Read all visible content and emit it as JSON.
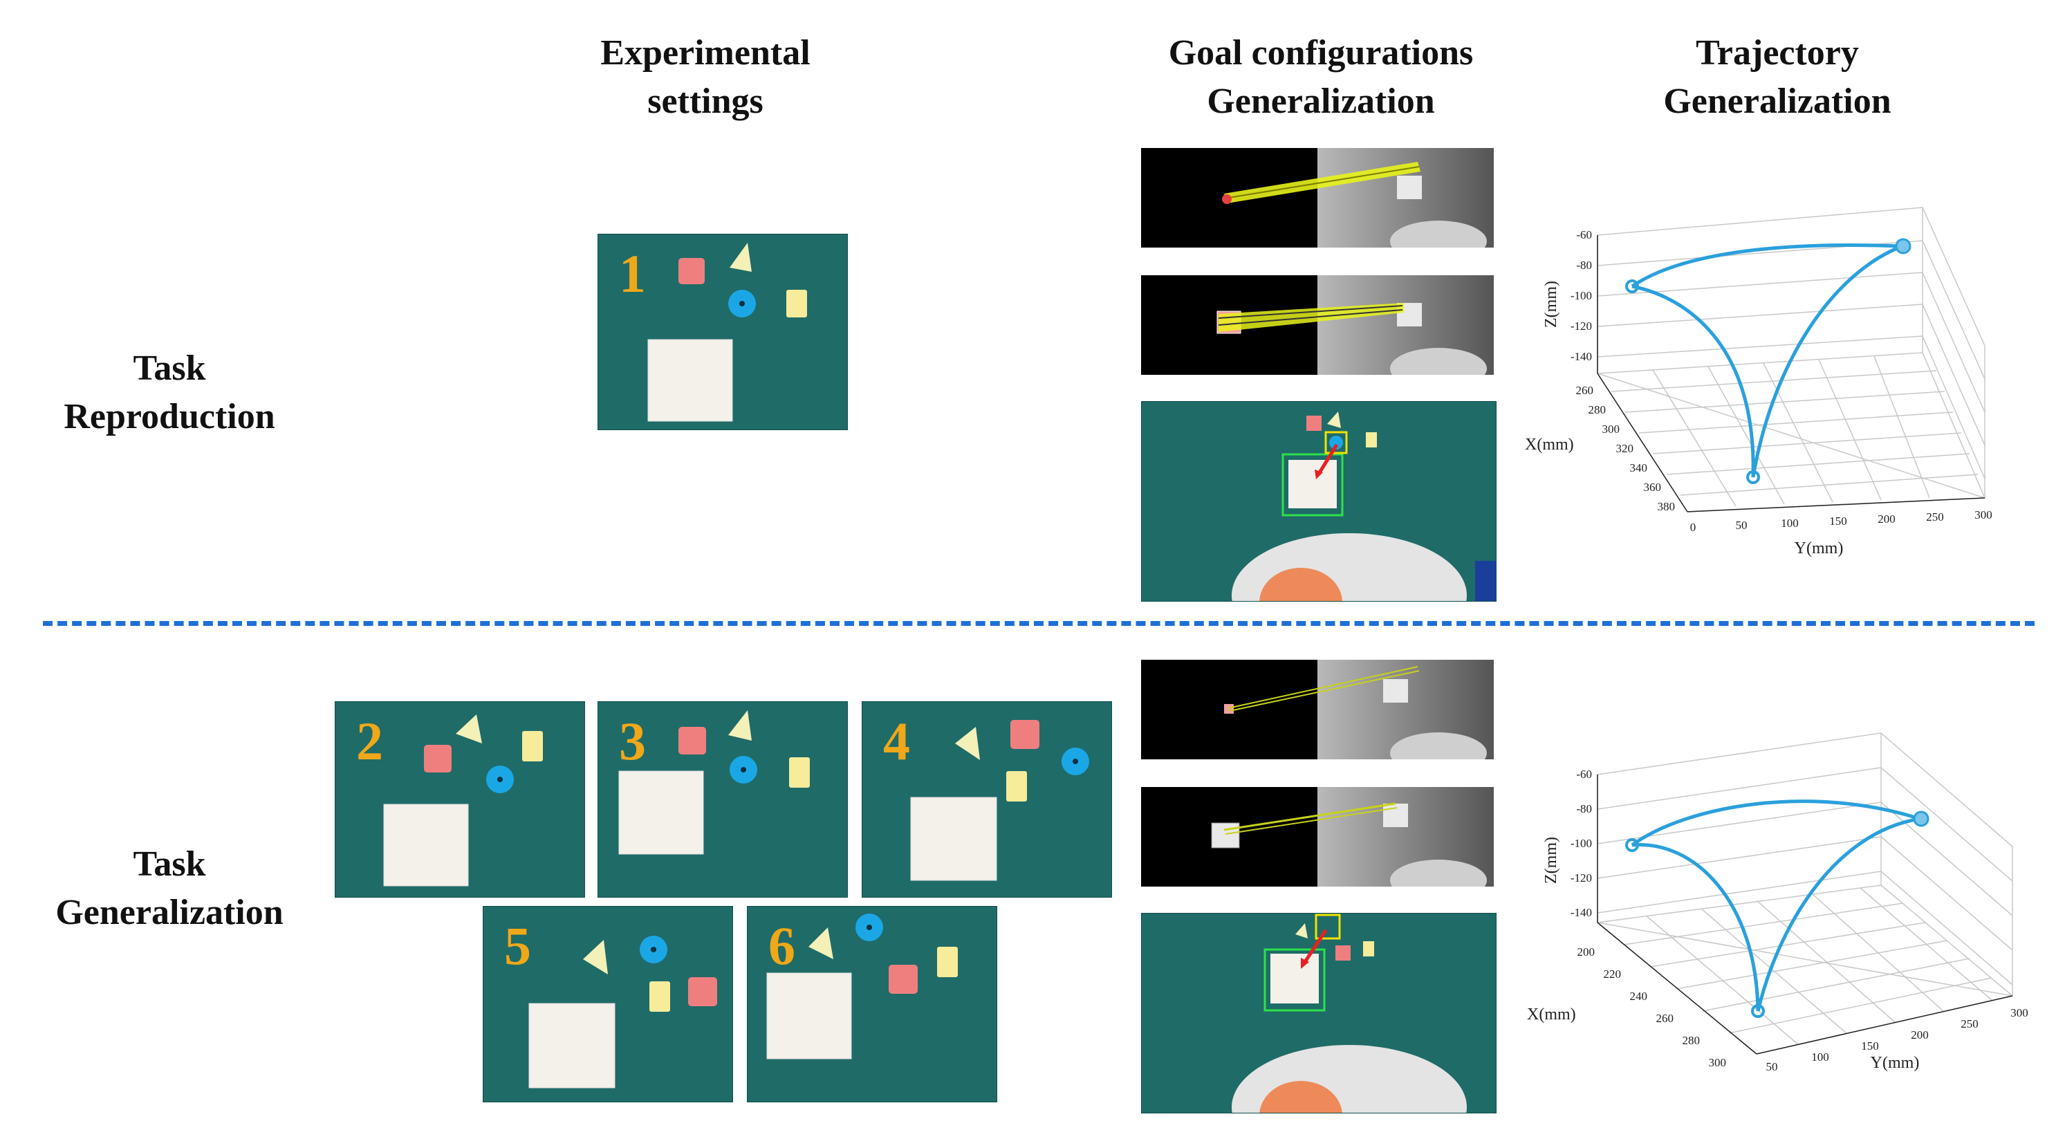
{
  "headers": {
    "col1": [
      "Experimental",
      "settings"
    ],
    "col2": [
      "Goal configurations",
      "Generalization"
    ],
    "col3": [
      "Trajectory",
      "Generalization"
    ]
  },
  "rows": {
    "reproduction": [
      "Task",
      "Reproduction"
    ],
    "generalization": [
      "Task",
      "Generalization"
    ]
  },
  "settings": [
    "1",
    "2",
    "3",
    "4",
    "5",
    "6"
  ],
  "colors": {
    "divider": "#1e6fd6",
    "board": "#1f6b68",
    "trajectory": "#2aa0dc",
    "number": "#f0a818"
  },
  "chart_data": [
    {
      "type": "line3d",
      "xlabel": "X(mm)",
      "ylabel": "Y(mm)",
      "zlabel": "Z(mm)",
      "x_ticks": [
        "260",
        "280",
        "300",
        "320",
        "340",
        "360",
        "380"
      ],
      "y_ticks": [
        "0",
        "50",
        "100",
        "150",
        "200",
        "250",
        "300"
      ],
      "z_ticks": [
        "-60",
        "-80",
        "-100",
        "-120",
        "-140"
      ],
      "grid": true
    },
    {
      "type": "line3d",
      "xlabel": "X(mm)",
      "ylabel": "Y(mm)",
      "zlabel": "Z(mm)",
      "x_ticks": [
        "200",
        "220",
        "240",
        "260",
        "280",
        "300"
      ],
      "y_ticks": [
        "50",
        "100",
        "150",
        "200",
        "250",
        "300"
      ],
      "z_ticks": [
        "-60",
        "-80",
        "-100",
        "-120",
        "-140"
      ],
      "grid": true
    }
  ]
}
